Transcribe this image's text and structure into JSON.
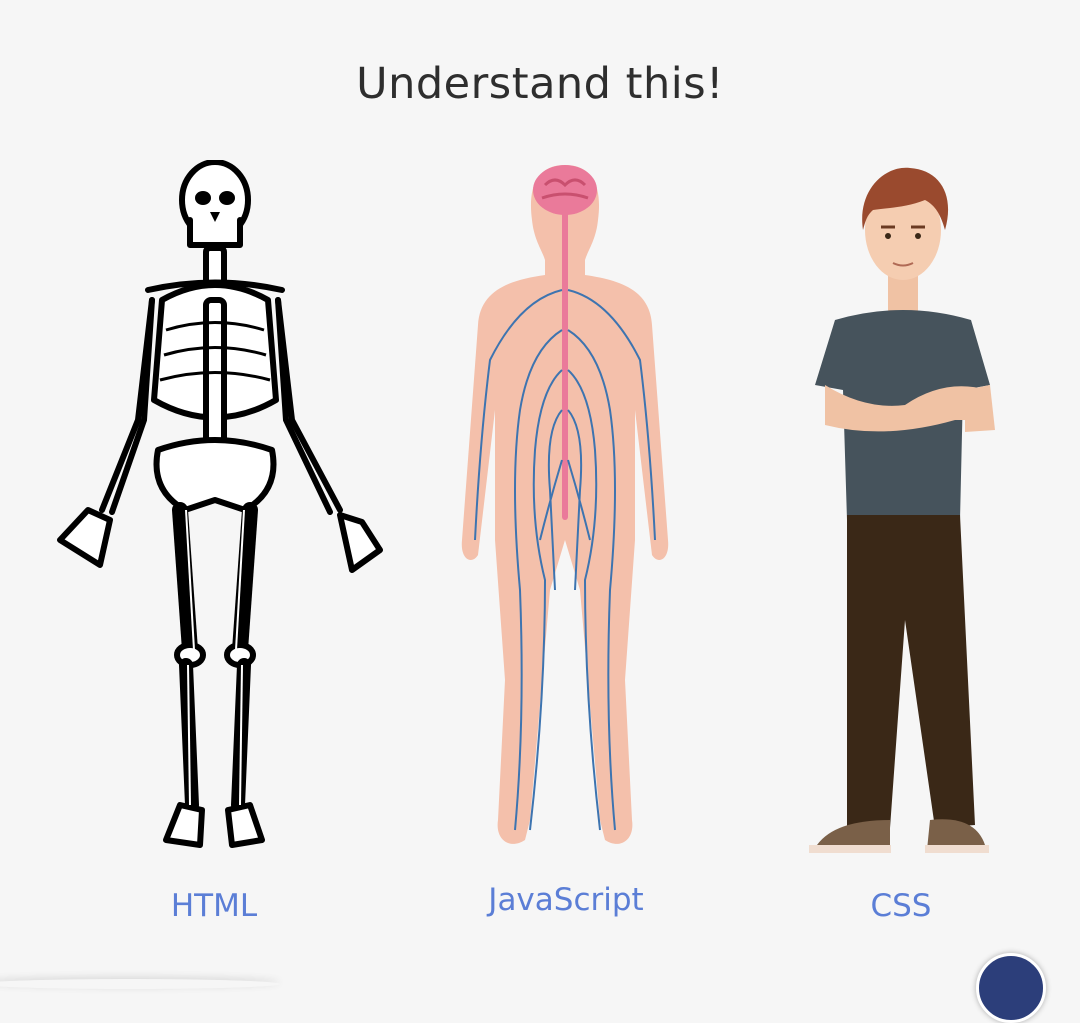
{
  "page": {
    "title": "Understand this!"
  },
  "figures": [
    {
      "label": "HTML",
      "icon": "skeleton-icon"
    },
    {
      "label": "JavaScript",
      "icon": "nervous-system-icon"
    },
    {
      "label": "CSS",
      "icon": "dressed-person-icon"
    }
  ],
  "colors": {
    "background": "#f6f6f6",
    "title": "#2e2e2e",
    "label": "#5b7ed6",
    "skin": "#f4c0ab",
    "nerve": "#3d74b0",
    "brain": "#ea7a9a",
    "shirt": "#46535c",
    "pants": "#3a2817",
    "hair": "#9a4a2e",
    "fab": "#2c3e7a"
  }
}
